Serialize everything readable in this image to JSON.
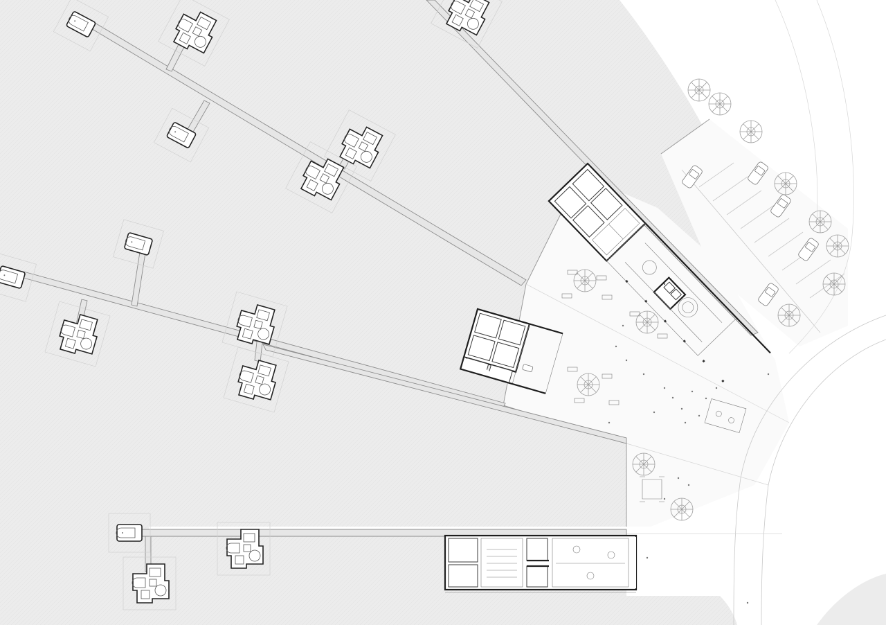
{
  "drawing": {
    "kind": "site-plan",
    "colors": {
      "site_fill": "#ececec",
      "plaza_fill": "#fafafa",
      "line_dark": "#1e1e1e",
      "line_mid": "#9a9a9a",
      "paper": "#ffffff"
    },
    "elements": {
      "main_buildings": 3,
      "dwelling_pods": 16,
      "radial_paths": 4
    }
  }
}
